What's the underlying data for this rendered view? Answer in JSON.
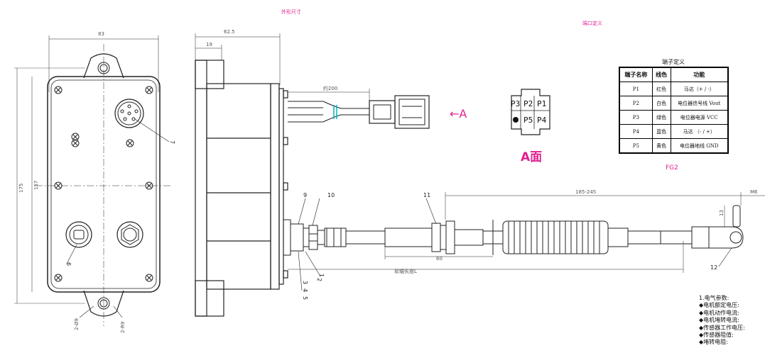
{
  "headers": {
    "outline_dimensions": "外形尺寸",
    "port_definition": "端口定义"
  },
  "dimensions": {
    "width_83": "83",
    "depth_62_5": "62.5",
    "flange_19": "19",
    "height_175": "175",
    "height_157": "157",
    "cable_200": "约200",
    "stroke_185_245": "185-245",
    "thread_m6": "M6",
    "rod_13": "13",
    "len_60": "60",
    "shaft_length": "软轴长度L",
    "hole_2phi9": "2-Ø9",
    "r9": "2-R9"
  },
  "callouts": {
    "c1": "1",
    "c2": "2",
    "c3": "3",
    "c4": "4",
    "c5": "5",
    "c6": "6",
    "c7": "7",
    "c9": "9",
    "c10": "10",
    "c11": "11",
    "c12": "12"
  },
  "connector": {
    "pins_top": [
      "P3",
      "P2",
      "P1"
    ],
    "pins_bottom": [
      "P5",
      "P4"
    ],
    "arrow_label": "←A",
    "face_label": "A面"
  },
  "terminal_table": {
    "title": "端子定义",
    "headers": [
      "端子名称",
      "线色",
      "功能"
    ],
    "rows": [
      [
        "P1",
        "红色",
        "马达（+ / -）"
      ],
      [
        "P2",
        "白色",
        "电位器信号线 Vout"
      ],
      [
        "P3",
        "绿色",
        "电位器电源 VCC"
      ],
      [
        "P4",
        "蓝色",
        "马达 （- / +）"
      ],
      [
        "P5",
        "黄色",
        "电位器地线 GND"
      ]
    ],
    "footer": "FG2"
  },
  "notes": [
    "1.电气参数:",
    "◆电机额定电压:",
    "◆电机动作电流:",
    "◆电机堵转电流:",
    "◆传感器工作电压:",
    "◆传感器阻值:",
    "◆堵转电阻:"
  ],
  "colors": {
    "accent": "#e0208f",
    "cable_marker": "#00b4c8"
  }
}
